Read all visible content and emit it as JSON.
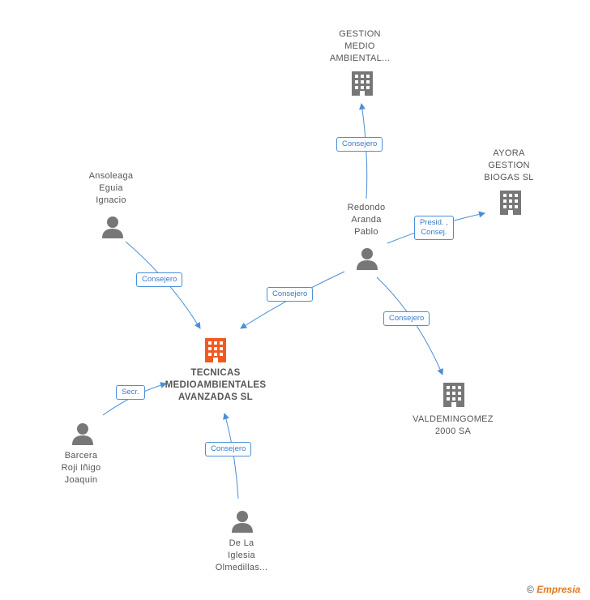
{
  "nodes": {
    "gestion": {
      "label": "GESTION\nMEDIO\nAMBIENTAL..."
    },
    "ayora": {
      "label": "AYORA\nGESTION\nBIOGAS SL"
    },
    "redondo": {
      "label": "Redondo\nAranda\nPablo"
    },
    "ansoleaga": {
      "label": "Ansoleaga\nEguia\nIgnacio"
    },
    "tecnicas": {
      "label": "TECNICAS\nMEDIOAMBIENTALES\nAVANZADAS SL"
    },
    "valdemingomez": {
      "label": "VALDEMINGOMEZ\n2000 SA"
    },
    "barcera": {
      "label": "Barcera\nRoji Iñigo\nJoaquin"
    },
    "delaiglesia": {
      "label": "De La\nIglesia\nOlmedillas..."
    }
  },
  "edges": {
    "redondo_gestion": "Consejero",
    "redondo_ayora": "Presid. ,\nConsej.",
    "ansoleaga_tecnicas": "Consejero",
    "redondo_tecnicas": "Consejero",
    "redondo_valdemingomez": "Consejero",
    "barcera_tecnicas": "Secr.",
    "delaiglesia_tecnicas": "Consejero"
  },
  "colors": {
    "edge": "#4a8fd6",
    "company": "#777777",
    "main_company": "#f05a22",
    "person": "#777777"
  },
  "footer": {
    "copyright": "©",
    "brand": "Empresia"
  }
}
